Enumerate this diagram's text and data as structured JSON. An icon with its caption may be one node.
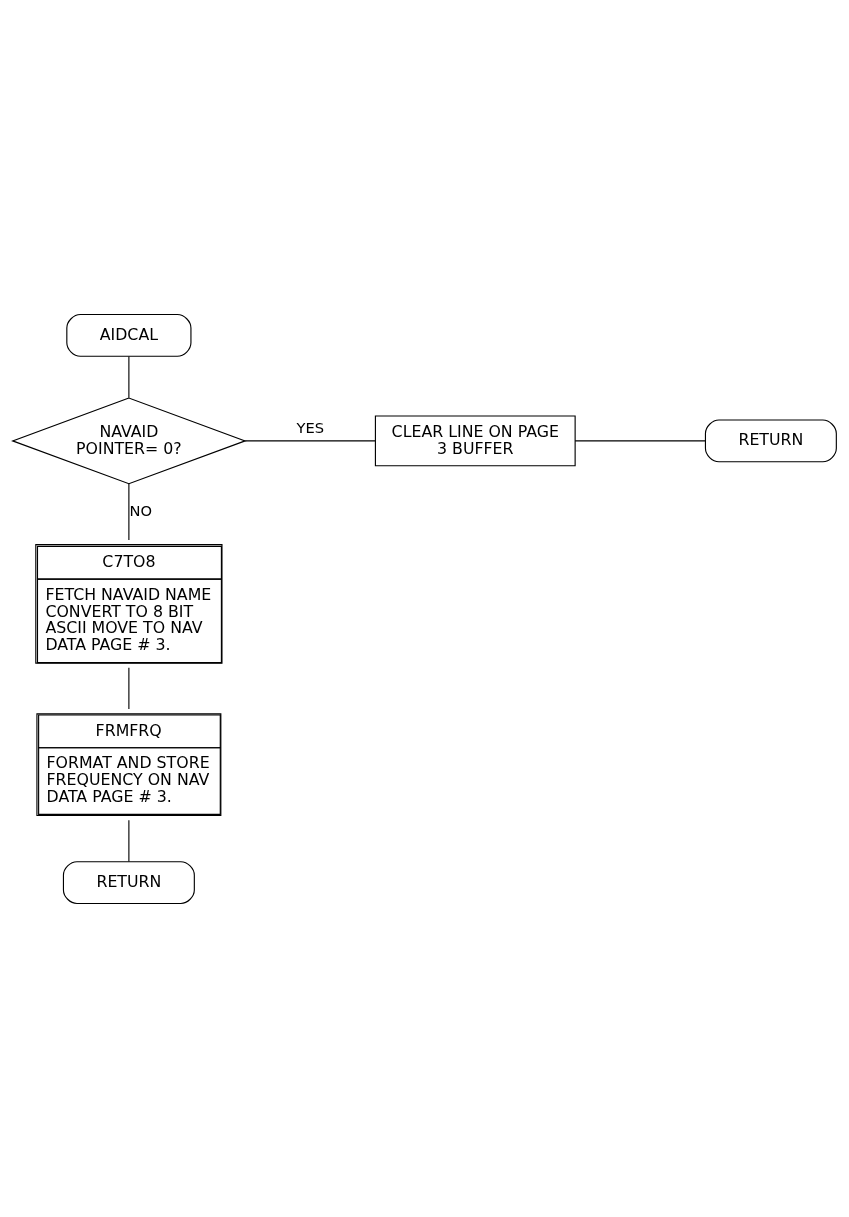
{
  "diagram": {
    "nodes": [
      {
        "text": [
          "AIDCAL"
        ]
      },
      {
        "text": [
          "NAVAID POINTER= 0?"
        ]
      },
      {
        "text": [
          "CLEAR LINE ON PAGE 3 BUFFER"
        ]
      },
      {
        "text": [
          "RETURN"
        ]
      },
      {
        "text": [
          "C7TO8",
          "FETCH NAVAID NAME CONVERT TO 8 BIT ASCII MOVE TO NAV DATA PAGE # 3."
        ]
      },
      {
        "text": [
          "FRMFRQ",
          "FORMAT AND STORE FREQUENCY ON NAV DATA PAGE # 3."
        ]
      },
      {
        "text": [
          "RETURN"
        ]
      }
    ],
    "edges": [
      {
        "from": 0,
        "to": 1,
        "arrow": "none"
      },
      {
        "from": 1,
        "to": 2,
        "arrow": "none",
        "label": "YES"
      },
      {
        "from": 2,
        "to": 3,
        "arrow": "none"
      },
      {
        "from": 1,
        "to": 4,
        "arrow": "none",
        "label": "NO"
      },
      {
        "from": 4,
        "to": 5,
        "arrow": "none"
      },
      {
        "from": 5,
        "to": 6,
        "arrow": "none"
      }
    ]
  }
}
